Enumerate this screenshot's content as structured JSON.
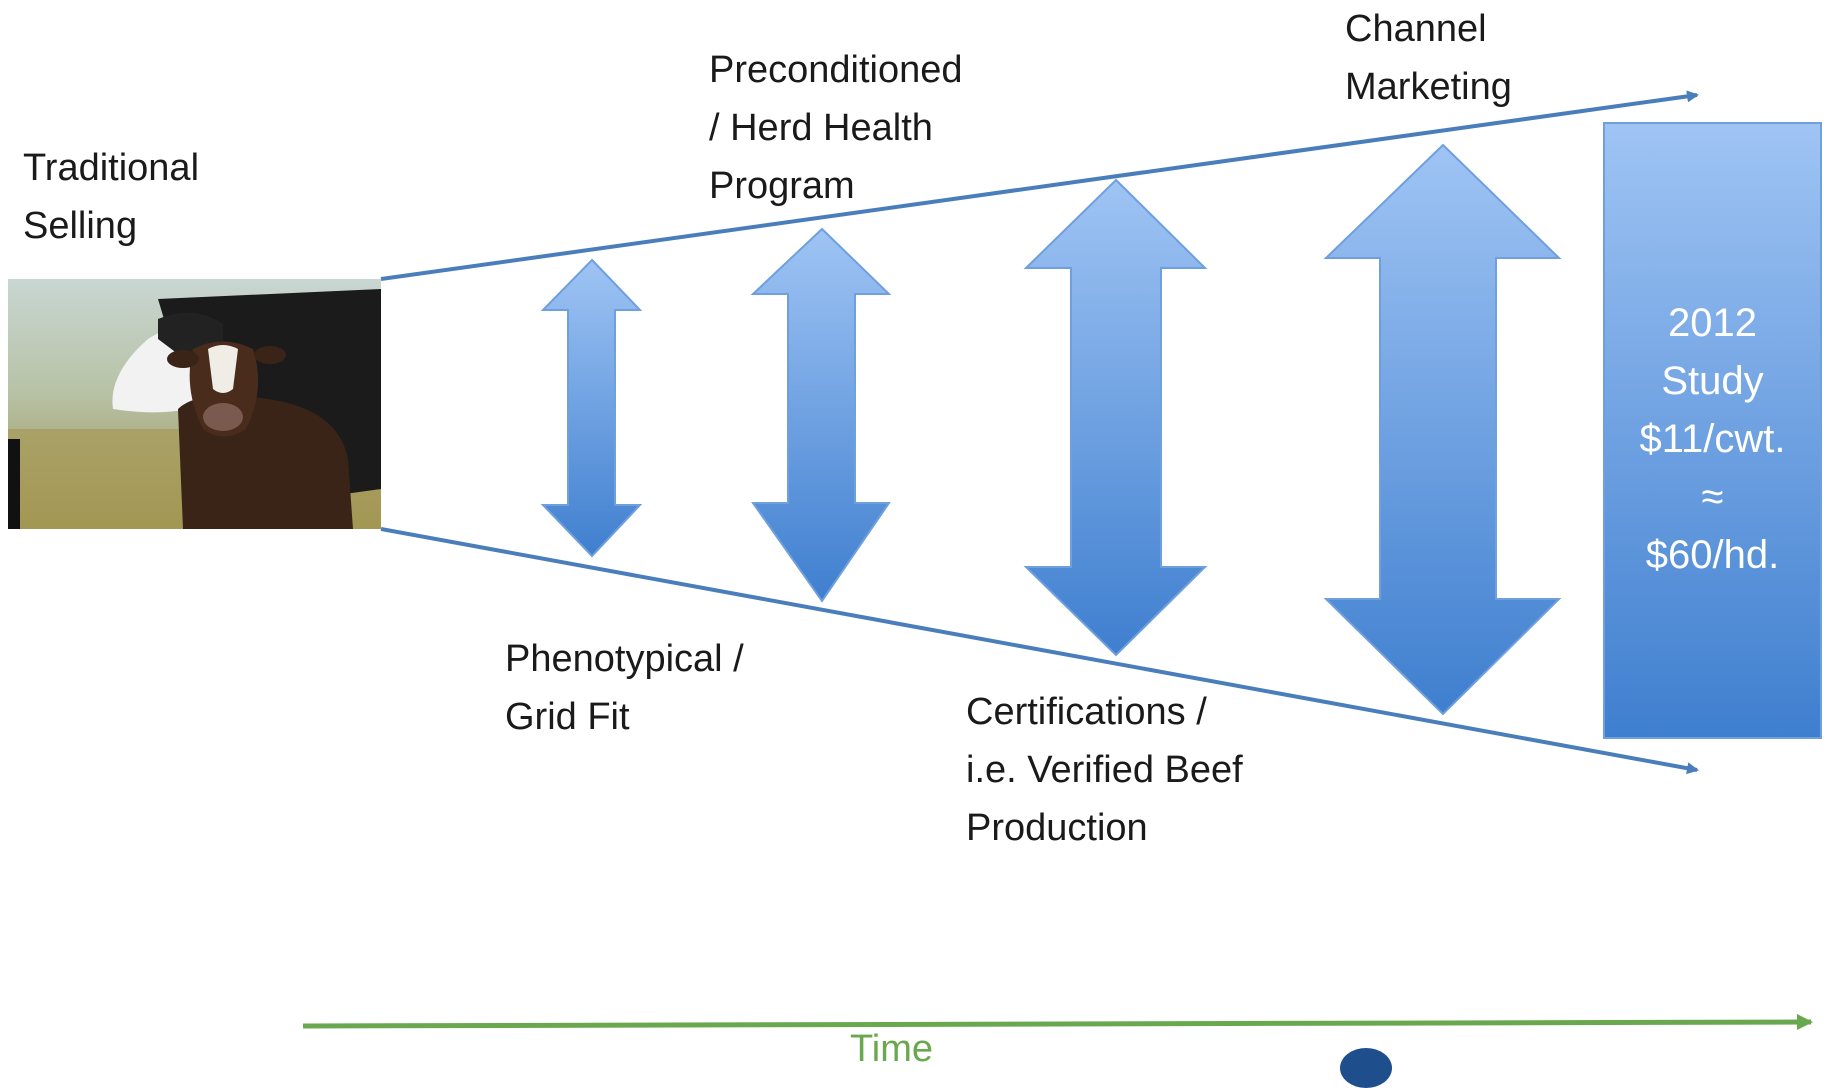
{
  "stages": {
    "traditional": "Traditional\nSelling",
    "preconditioned": "Preconditioned\n/ Herd Health\nProgram",
    "channel": "Channel\nMarketing",
    "phenotypical": "Phenotypical /\nGrid Fit",
    "certifications": "Certifications /\ni.e. Verified Beef\nProduction"
  },
  "study_box": {
    "line1": "2012",
    "line2": "Study",
    "line3": "$11/cwt.",
    "line4": "≈",
    "line5": "$60/hd."
  },
  "time_axis": {
    "label": "Time"
  },
  "colors": {
    "funnel_line": "#4a7ebb",
    "arrow_top": "#9fc4f4",
    "arrow_bottom": "#3f7fcf",
    "time_line": "#6aa84f"
  }
}
